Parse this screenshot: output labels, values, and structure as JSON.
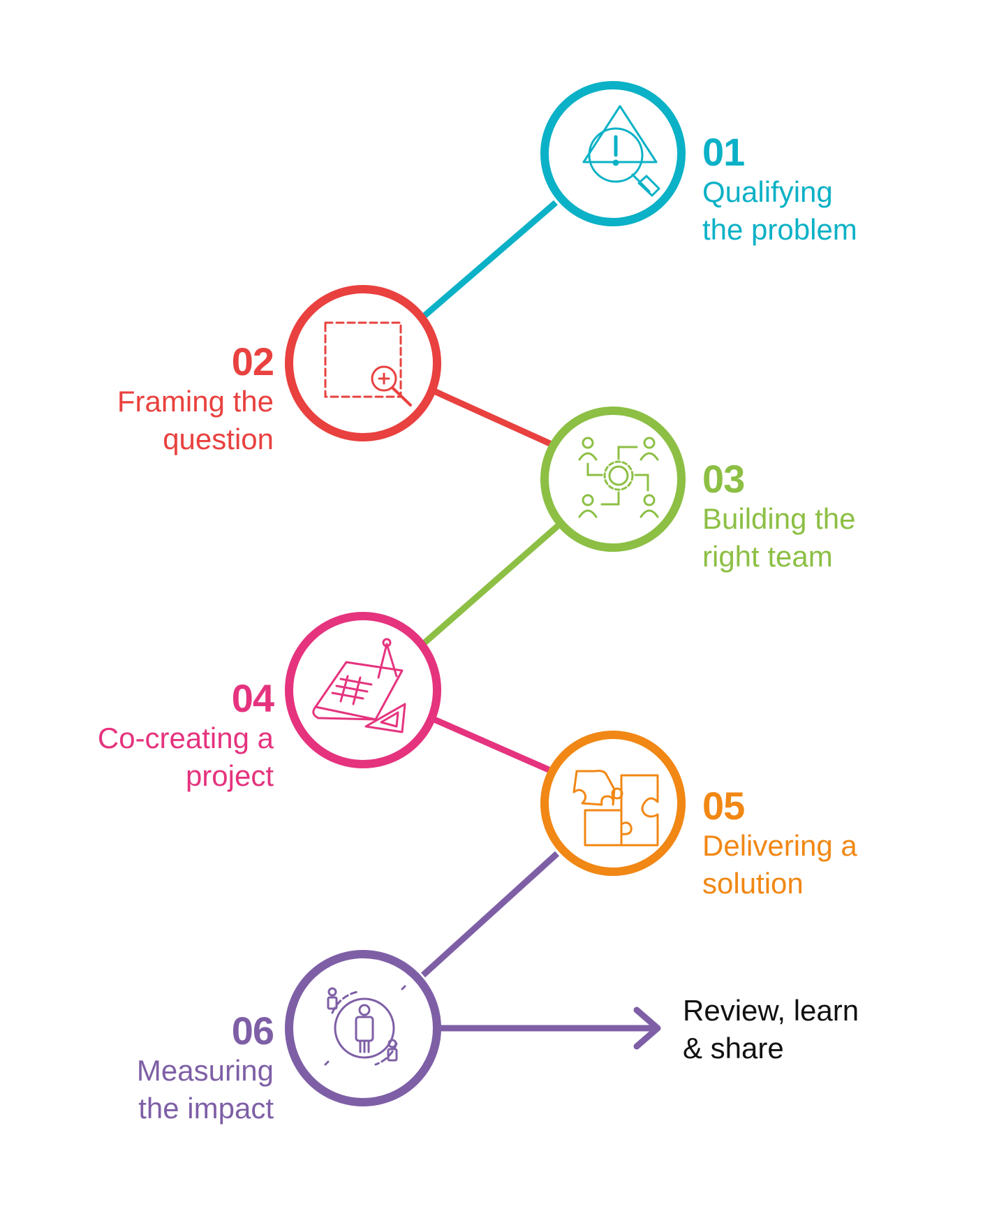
{
  "colors": {
    "s01": "#0bb1c6",
    "s02": "#e8413f",
    "s03": "#8cbf44",
    "s04": "#e5337e",
    "s05": "#f18714",
    "s06": "#7e5fa6",
    "final_text": "#111111"
  },
  "steps": [
    {
      "number": "01",
      "title_line1": "Qualifying",
      "title_line2": "the problem",
      "icon": "warning-magnifier-icon",
      "color": "#0bb1c6"
    },
    {
      "number": "02",
      "title_line1": "Framing the",
      "title_line2": "question",
      "icon": "frame-zoom-icon",
      "color": "#e8413f"
    },
    {
      "number": "03",
      "title_line1": "Building the",
      "title_line2": "right team",
      "icon": "team-gear-icon",
      "color": "#8cbf44"
    },
    {
      "number": "04",
      "title_line1": "Co-creating a",
      "title_line2": "project",
      "icon": "blueprint-compass-icon",
      "color": "#e5337e"
    },
    {
      "number": "05",
      "title_line1": "Delivering a",
      "title_line2": "solution",
      "icon": "puzzle-icon",
      "color": "#f18714"
    },
    {
      "number": "06",
      "title_line1": "Measuring",
      "title_line2": "the impact",
      "icon": "person-target-icon",
      "color": "#7e5fa6"
    }
  ],
  "final": {
    "line1": "Review, learn",
    "line2": "& share",
    "icon": "arrow-right-icon"
  }
}
